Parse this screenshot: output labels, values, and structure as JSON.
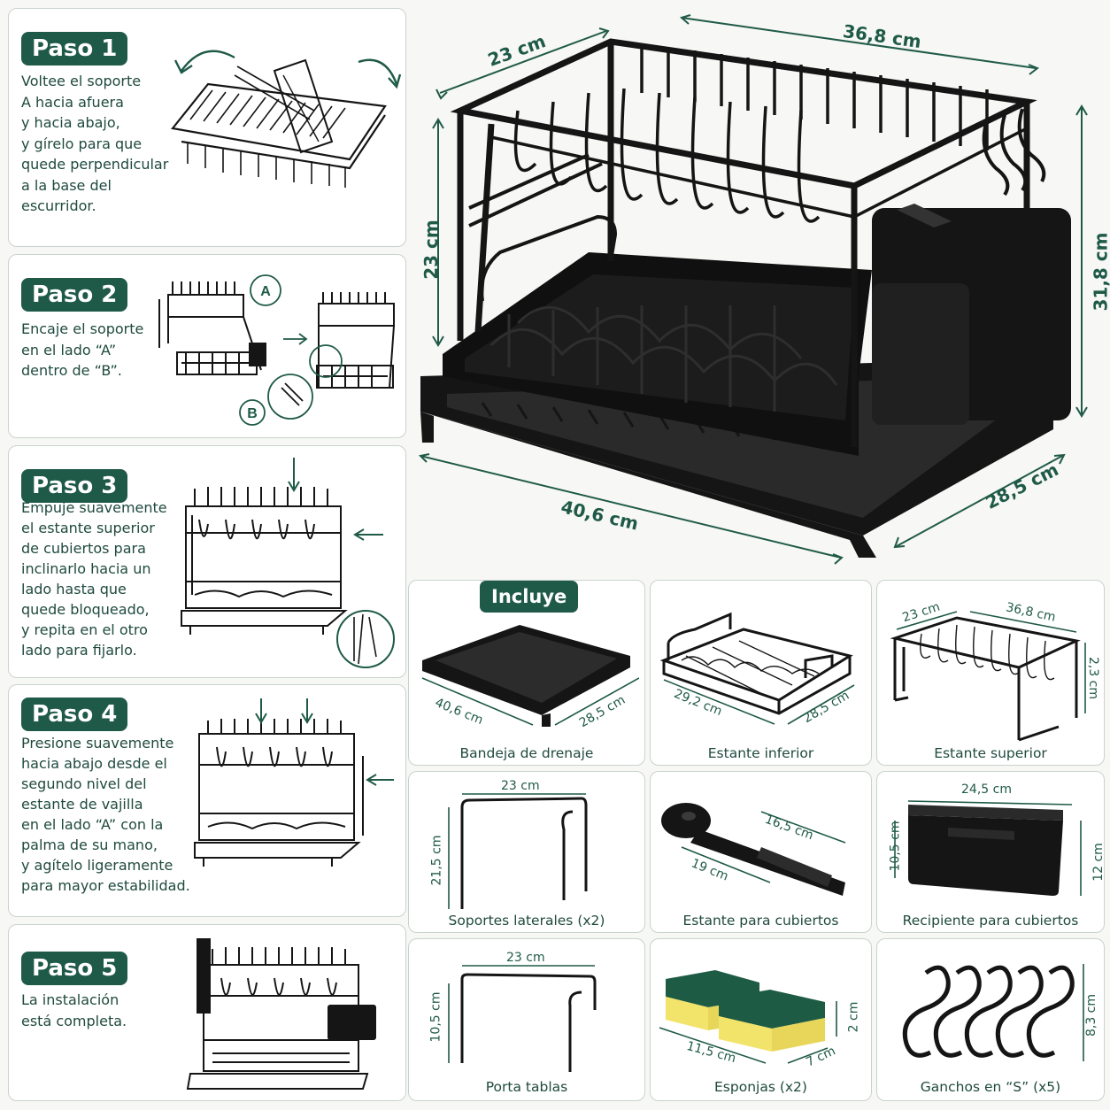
{
  "steps": [
    {
      "badge": "Paso 1",
      "lines": [
        "Voltee el soporte",
        "A hacia afuera",
        "y hacia abajo,",
        "y gírelo para que",
        "quede perpendicular",
        "a la base del",
        "escurridor."
      ]
    },
    {
      "badge": "Paso 2",
      "lines": [
        "Encaje el soporte",
        "en el lado “A”",
        "dentro de “B”."
      ],
      "marker_a": "A",
      "marker_b": "B"
    },
    {
      "badge": "Paso 3",
      "lines": [
        "Empuje suavemente",
        "el estante superior",
        "de cubiertos para",
        "inclinarlo hacia un",
        "lado hasta que",
        "quede bloqueado,",
        "y repita en el otro",
        "lado para fijarlo."
      ]
    },
    {
      "badge": "Paso 4",
      "lines": [
        "Presione suavemente",
        "hacia abajo desde el",
        "segundo nivel del",
        "estante de vajilla",
        "en el lado “A” con la",
        "palma de su mano,",
        "y agítelo ligeramente",
        "para mayor estabilidad."
      ]
    },
    {
      "badge": "Paso 5",
      "lines": [
        "La instalación",
        "está completa."
      ]
    }
  ],
  "main_product": {
    "dims": {
      "top_depth": "23 cm",
      "top_width": "36,8 cm",
      "upper_height": "23 cm",
      "total_height": "31,8 cm",
      "base_width": "40,6 cm",
      "base_depth": "28,5 cm"
    }
  },
  "includes": {
    "badge": "Incluye",
    "items": [
      {
        "label": "Bandeja de drenaje",
        "dims": [
          "40,6 cm",
          "28,5 cm"
        ]
      },
      {
        "label": "Estante inferior",
        "dims": [
          "29,2 cm",
          "28,5 cm"
        ]
      },
      {
        "label": "Estante superior",
        "dims": [
          "23 cm",
          "36,8 cm",
          "2,3 cm"
        ]
      },
      {
        "label": "Soportes laterales (x2)",
        "dims": [
          "23 cm",
          "21,5 cm"
        ]
      },
      {
        "label": "Estante para cubiertos",
        "dims": [
          "16,5 cm",
          "19 cm"
        ]
      },
      {
        "label": "Recipiente para cubiertos",
        "dims": [
          "24,5 cm",
          "10,5 cm",
          "12 cm"
        ]
      },
      {
        "label": "Porta tablas",
        "dims": [
          "23 cm",
          "10,5 cm"
        ]
      },
      {
        "label": "Esponjas (x2)",
        "dims": [
          "11,5 cm",
          "7 cm",
          "2 cm"
        ]
      },
      {
        "label": "Ganchos en “S” (x5)",
        "dims": [
          "8,3 cm"
        ]
      }
    ]
  },
  "colors": {
    "accent": "#1f5a48",
    "border": "#c9d3ce",
    "product": "#151515",
    "sponge_yellow": "#f2e36a",
    "sponge_green": "#1e5b44"
  }
}
